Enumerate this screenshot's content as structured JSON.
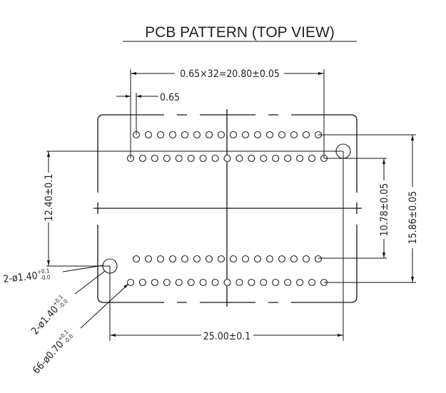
{
  "title": "PCB PATTERN  (TOP VIEW)",
  "dimensions": {
    "pitch_total": "0.65×32=20.80±0.05",
    "pitch": "0.65",
    "vertical_left": "12.40±0.1",
    "vertical_inner": "10.78±0.05",
    "vertical_outer": "15.86±0.05",
    "horizontal_bottom": "25.00±0.1"
  },
  "callouts": [
    {
      "main": "2-ø1.40",
      "tol_plus": "+0.1",
      "tol_minus": "-0.0"
    },
    {
      "main": "2-ø1.40",
      "tol_plus": "+0.1",
      "tol_minus": "-0.0"
    },
    {
      "main": "66-ø0.70",
      "tol_plus": "+0.1",
      "tol_minus": "-0.0"
    }
  ],
  "pad_rows": {
    "outer_row_count": 17,
    "inner_row_count": 16
  },
  "mounting_holes": 2
}
